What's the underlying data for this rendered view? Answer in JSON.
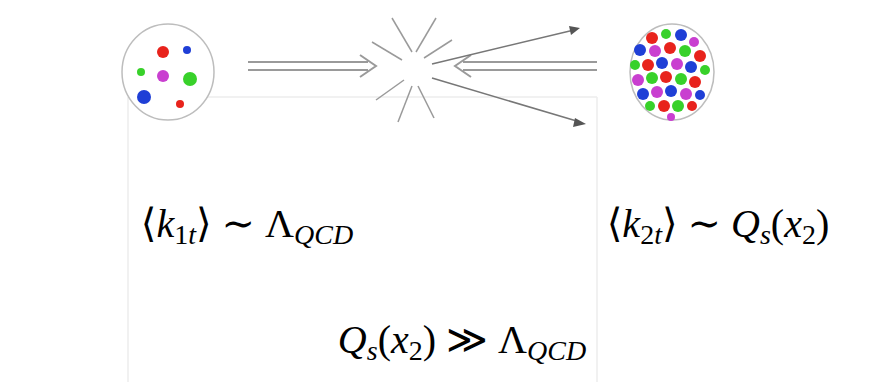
{
  "diagram": {
    "labels": [
      "⟨k1t⟩ ∼ ΛQCD",
      "⟨k2t⟩ ∼ Qs(x2)",
      "Qs(x2) ≫ ΛQCD"
    ]
  }
}
